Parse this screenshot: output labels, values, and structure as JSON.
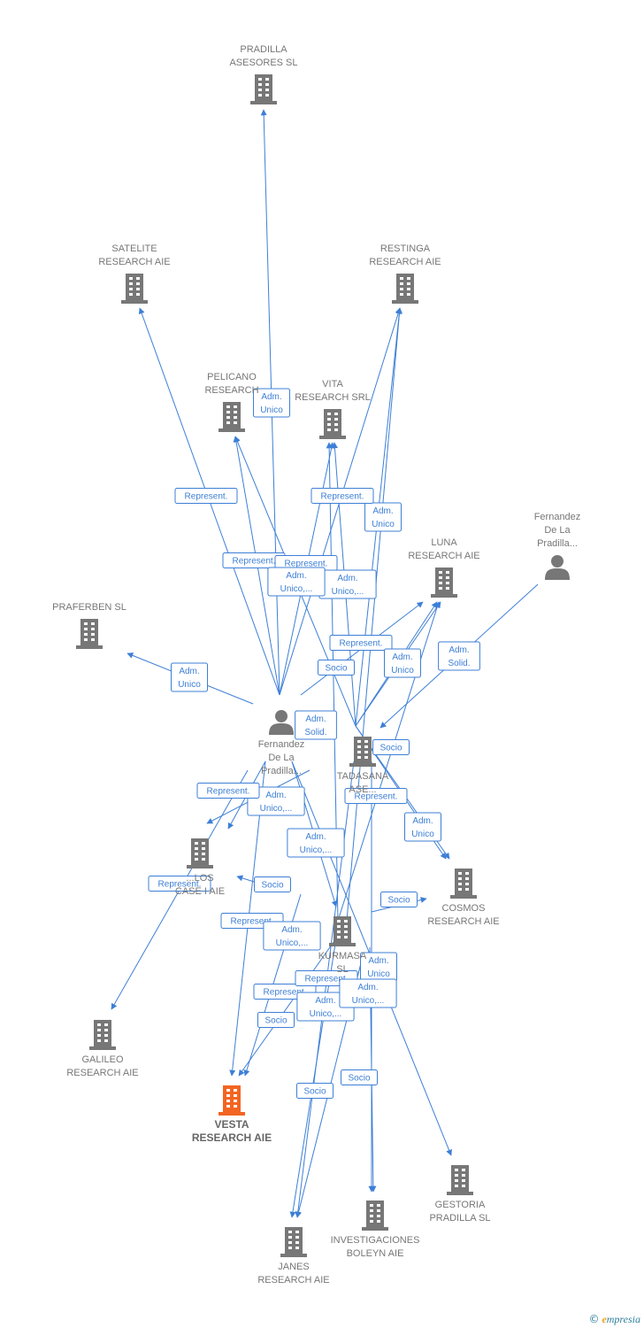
{
  "colors": {
    "edge": "#3d7fd6",
    "node": "#777777",
    "highlight": "#f26522"
  },
  "nodes": [
    {
      "id": "pradilla",
      "type": "company",
      "lines": [
        "PRADILLA",
        "ASESORES SL"
      ],
      "icon": "building-icon"
    },
    {
      "id": "satelite",
      "type": "company",
      "lines": [
        "SATELITE",
        "RESEARCH AIE"
      ],
      "icon": "building-icon"
    },
    {
      "id": "restinga",
      "type": "company",
      "lines": [
        "RESTINGA",
        "RESEARCH AIE"
      ],
      "icon": "building-icon"
    },
    {
      "id": "pelicano",
      "type": "company",
      "lines": [
        "PELICANO",
        "RESEARCH"
      ],
      "icon": "building-icon"
    },
    {
      "id": "vita",
      "type": "company",
      "lines": [
        "VITA",
        "RESEARCH SRL"
      ],
      "icon": "building-icon"
    },
    {
      "id": "fernandez2",
      "type": "person",
      "lines": [
        "Fernandez",
        "De La",
        "Pradilla..."
      ],
      "icon": "person-icon"
    },
    {
      "id": "luna",
      "type": "company",
      "lines": [
        "LUNA",
        "RESEARCH AIE"
      ],
      "icon": "building-icon"
    },
    {
      "id": "praferben",
      "type": "company",
      "lines": [
        "PRAFERBEN SL"
      ],
      "icon": "building-icon"
    },
    {
      "id": "fernandez1",
      "type": "person",
      "lines": [
        "Fernandez",
        "De La",
        "Pradilla..."
      ],
      "icon": "person-icon"
    },
    {
      "id": "tadasana",
      "type": "company",
      "lines": [
        "TADASANA",
        "ASE..."
      ],
      "icon": "building-icon"
    },
    {
      "id": "carlos",
      "type": "company",
      "lines": [
        "...LOS",
        "CASE I AIE"
      ],
      "icon": "building-icon"
    },
    {
      "id": "cosmos",
      "type": "company",
      "lines": [
        "COSMOS",
        "RESEARCH AIE"
      ],
      "icon": "building-icon"
    },
    {
      "id": "kurmasa",
      "type": "company",
      "lines": [
        "KURMASA",
        "SL"
      ],
      "icon": "building-icon"
    },
    {
      "id": "galileo",
      "type": "company",
      "lines": [
        "GALILEO",
        "RESEARCH AIE"
      ],
      "icon": "building-icon"
    },
    {
      "id": "vesta",
      "type": "company",
      "lines": [
        "VESTA",
        "RESEARCH AIE"
      ],
      "icon": "building-icon",
      "highlight": true
    },
    {
      "id": "gestoria",
      "type": "company",
      "lines": [
        "GESTORIA",
        "PRADILLA SL"
      ],
      "icon": "building-icon"
    },
    {
      "id": "investigaciones",
      "type": "company",
      "lines": [
        "INVESTIGACIONES",
        "BOLEYN AIE"
      ],
      "icon": "building-icon"
    },
    {
      "id": "janes",
      "type": "company",
      "lines": [
        "JANES",
        "RESEARCH AIE"
      ],
      "icon": "building-icon"
    }
  ],
  "edge_labels": [
    [
      "Adm.",
      "Unico"
    ],
    [
      "Represent."
    ],
    [
      "Adm.",
      "Unico"
    ],
    [
      "Represent."
    ],
    [
      "Represent."
    ],
    [
      "Represent."
    ],
    [
      "Adm.",
      "Unico"
    ],
    [
      "Adm.",
      "Unico,..."
    ],
    [
      "Represent."
    ],
    [
      "Socio"
    ],
    [
      "Adm.",
      "Unico,..."
    ],
    [
      "Adm.",
      "Solid."
    ],
    [
      "Adm.",
      "Unico"
    ],
    [
      "Adm.",
      "Solid."
    ],
    [
      "Socio"
    ],
    [
      "Represent."
    ],
    [
      "Adm.",
      "Unico,..."
    ],
    [
      "Represent."
    ],
    [
      "Adm.",
      "Unico"
    ],
    [
      "Adm.",
      "Unico,..."
    ],
    [
      "Represent."
    ],
    [
      "Socio"
    ],
    [
      "Socio"
    ],
    [
      "Represent."
    ],
    [
      "Adm.",
      "Unico,..."
    ],
    [
      "Adm.",
      "Unico"
    ],
    [
      "Represent."
    ],
    [
      "Represent."
    ],
    [
      "Adm.",
      "Unico,..."
    ],
    [
      "Adm.",
      "Unico,..."
    ],
    [
      "Socio"
    ],
    [
      "Socio"
    ],
    [
      "Socio"
    ]
  ],
  "brand": {
    "copyright": "©",
    "first_letter": "e",
    "rest": "mpresia"
  }
}
